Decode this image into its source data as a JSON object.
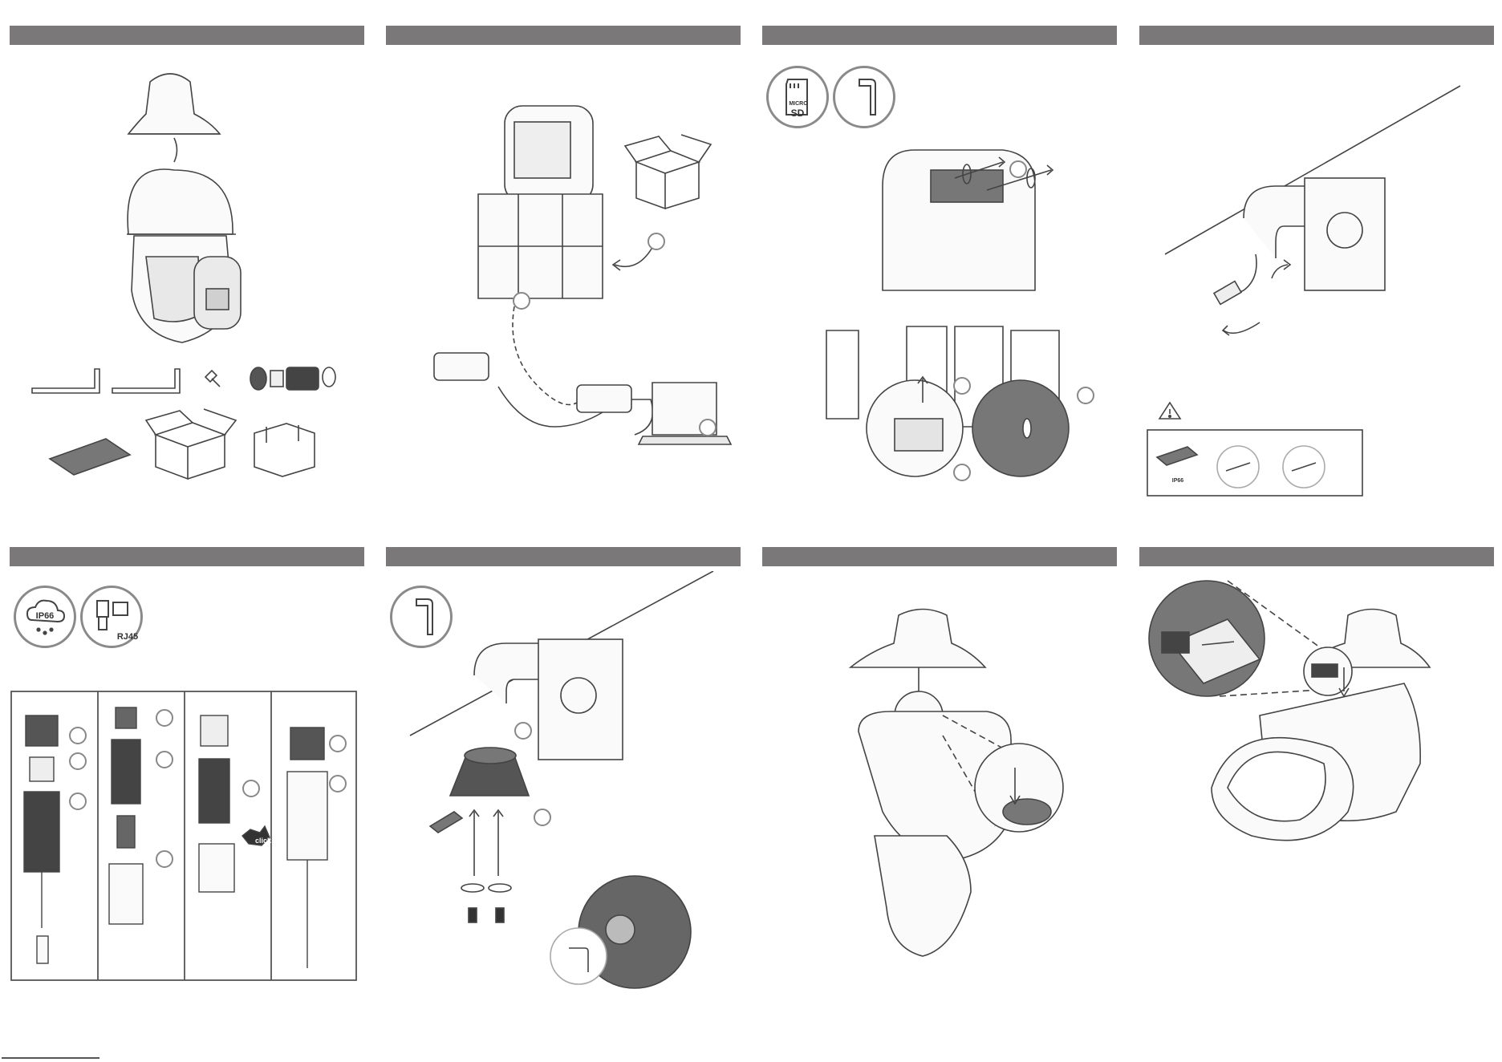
{
  "labels": {
    "micro": "MICRO",
    "sd": "SD",
    "ip66": "IP66",
    "rj45": "RJ45",
    "click": "click"
  },
  "colors": {
    "header": "#7a7878",
    "line": "#444444",
    "dark_fill": "#6b6b6b",
    "light_fill": "#f4f4f4"
  },
  "icons": {
    "microsd": "microsd-card-icon",
    "hex_key": "hex-key-icon",
    "ip66": "ip66-weatherproof-icon",
    "rj45": "rj45-connector-icon",
    "warning": "warning-triangle-icon"
  }
}
